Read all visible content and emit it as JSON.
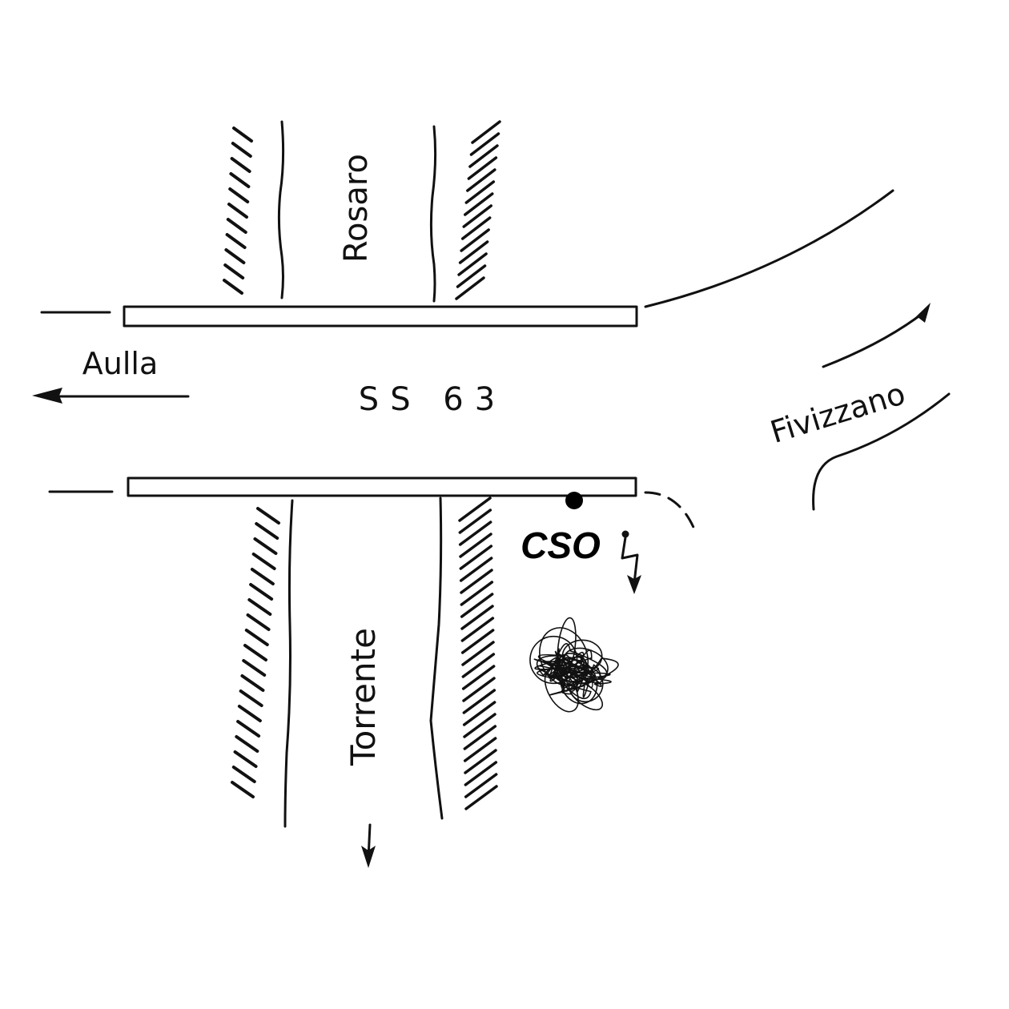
{
  "labels": {
    "road": "SS 63",
    "west_destination": "Aulla",
    "east_destination": "Fivizzano",
    "stream_upstream": "Rosaro",
    "stream_downstream": "Torrente",
    "overflow_point": "CSO"
  },
  "colors": {
    "ink": "#111111",
    "background": "#ffffff"
  },
  "icons": {
    "overflow_point_marker": "filled-dot",
    "discharge_symbol": "lightning-arrow-icon",
    "scribble_blob": "scribble-icon"
  }
}
